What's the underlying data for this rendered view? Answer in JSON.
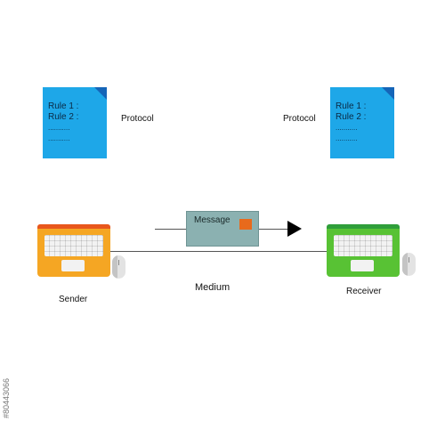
{
  "sender_protocol": {
    "rule1": "Rule 1 :",
    "rule2": "Rule 2 :",
    "dots1": "...........",
    "dots2": "...........",
    "label": "Protocol"
  },
  "receiver_protocol": {
    "rule1": "Rule 1 :",
    "rule2": "Rule 2 :",
    "dots1": "...........",
    "dots2": "...........",
    "label": "Protocol"
  },
  "message": {
    "label": "Message"
  },
  "medium": {
    "label": "Medium"
  },
  "sender": {
    "label": "Sender"
  },
  "receiver": {
    "label": "Receiver"
  },
  "watermark": "#80443066",
  "colors": {
    "document": "#1ea7e8",
    "document_fold": "#1565b8",
    "sender_laptop": "#f5a623",
    "sender_lid": "#e8571c",
    "receiver_laptop": "#58c234",
    "receiver_lid": "#2f9e3a",
    "envelope": "#8bb1b1",
    "stamp": "#e86a1c"
  },
  "icons": [
    "document-icon",
    "laptop-icon",
    "mouse-icon",
    "envelope-icon",
    "arrow-icon"
  ]
}
